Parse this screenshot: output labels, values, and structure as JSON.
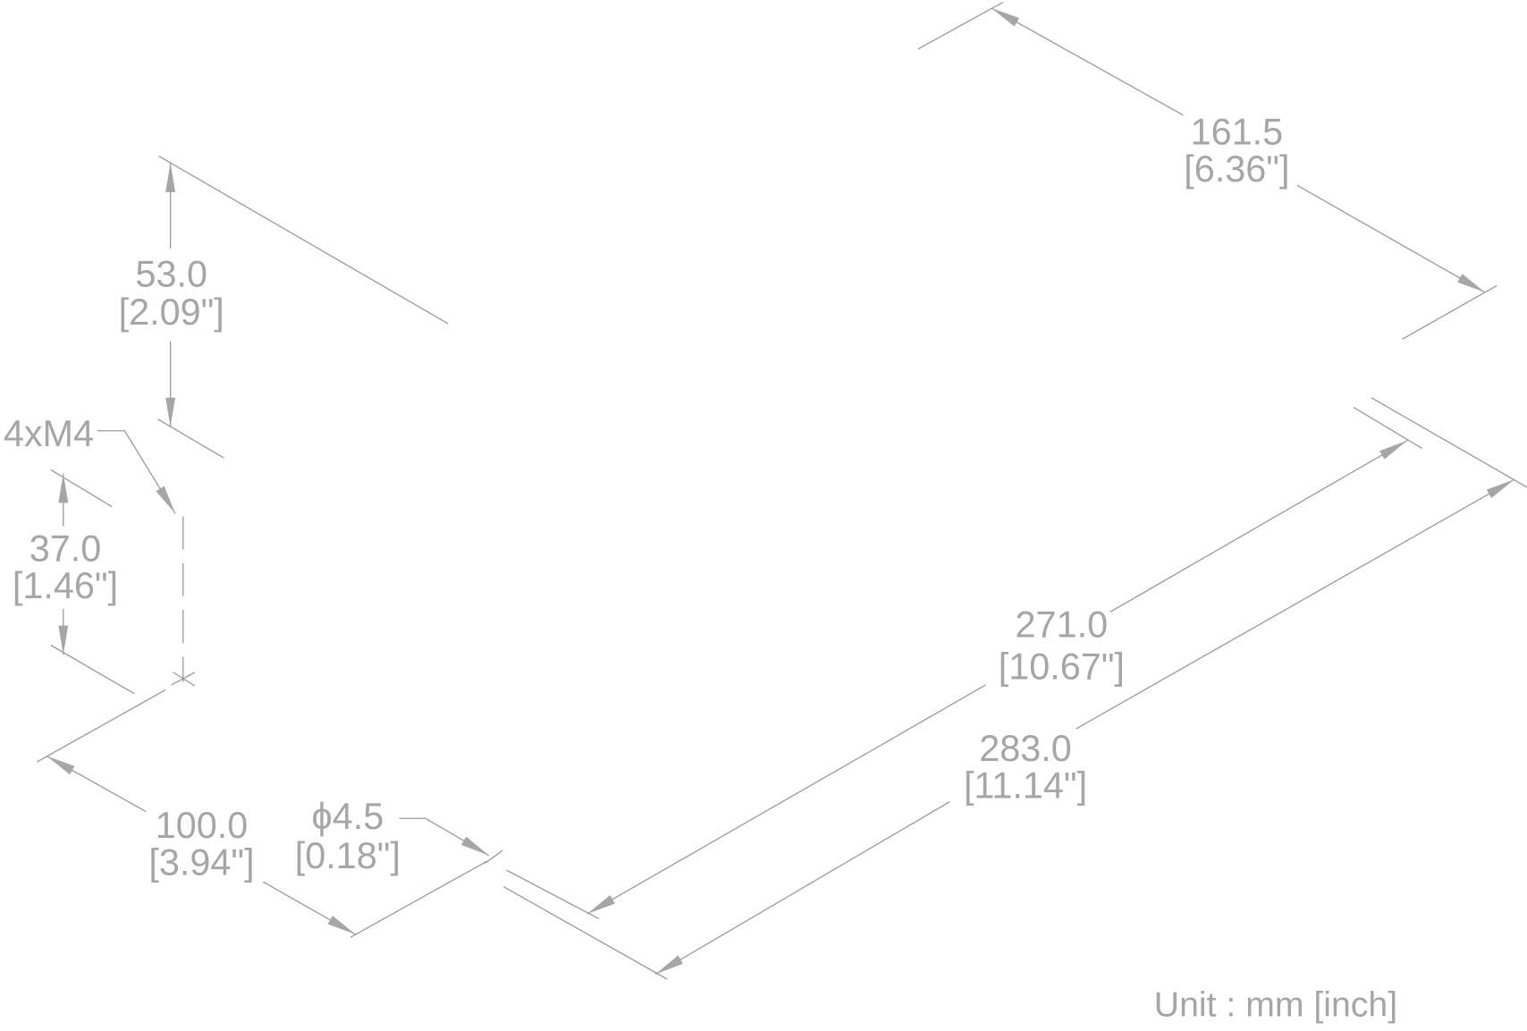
{
  "dimensions": {
    "depth": {
      "mm": "161.5",
      "inch": "[6.36\"]"
    },
    "height_top": {
      "mm": "53.0",
      "inch": "[2.09\"]"
    },
    "screw": {
      "label": "4xM4"
    },
    "height_bottom": {
      "mm": "37.0",
      "inch": "[1.46\"]"
    },
    "hole_spacing": {
      "mm": "100.0",
      "inch": "[3.94\"]"
    },
    "hole_diameter": {
      "mm": "ϕ4.5",
      "inch": "[0.18\"]"
    },
    "inner_width": {
      "mm": "271.0",
      "inch": "[10.67\"]"
    },
    "outer_width": {
      "mm": "283.0",
      "inch": "[11.14\"]"
    }
  },
  "unit_label": "Unit : mm [inch]",
  "colors": {
    "line": "#9a9a9a",
    "text": "#a6a6a6"
  }
}
